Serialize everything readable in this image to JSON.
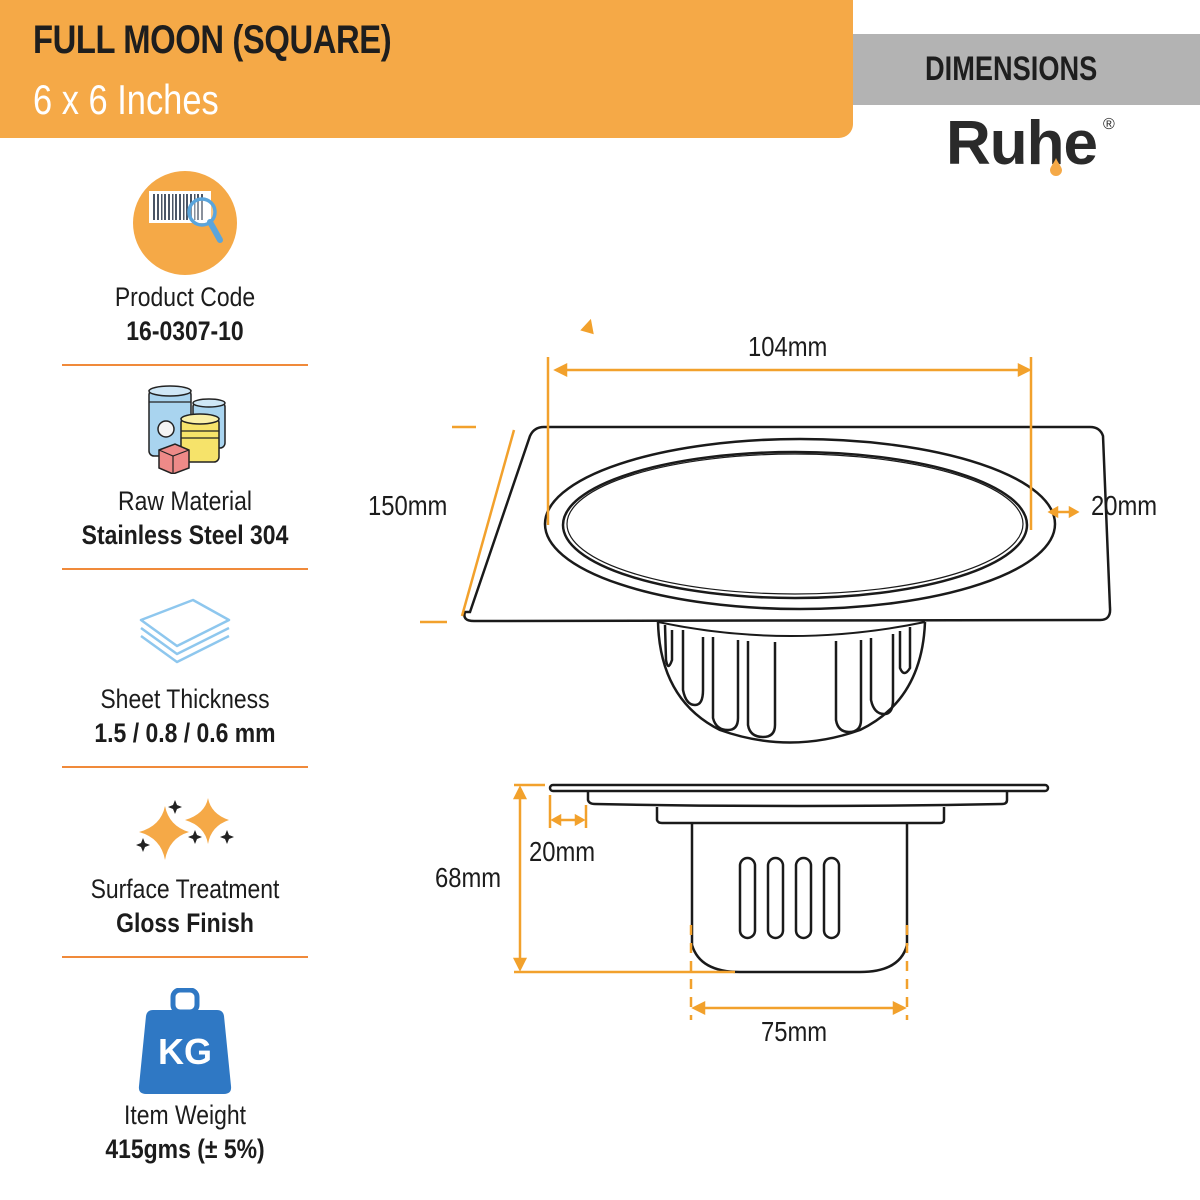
{
  "header": {
    "title": "FULL MOON (SQUARE)",
    "subtitle": "6 x 6 Inches",
    "section_label": "DIMENSIONS",
    "brand": "Ruhe",
    "brand_mark": "®"
  },
  "colors": {
    "banner_orange": "#f5a947",
    "dimension_orange": "#f2a12c",
    "divider_orange": "#f08a3a",
    "section_gray": "#b3b3b3",
    "weight_blue": "#2f78c4",
    "text_dark": "#1c1c1c"
  },
  "specs": [
    {
      "icon": "barcode-search-icon",
      "label": "Product Code",
      "value": "16-0307-10"
    },
    {
      "icon": "raw-material-containers-icon",
      "label": "Raw Material",
      "value": "Stainless Steel 304"
    },
    {
      "icon": "stacked-sheets-icon",
      "label": "Sheet Thickness",
      "value": "1.5 / 0.8 / 0.6 mm"
    },
    {
      "icon": "sparkle-icon",
      "label": "Surface Treatment",
      "value": "Gloss Finish"
    },
    {
      "icon": "kg-weight-icon",
      "label": "Item Weight",
      "value": "415gms (± 5%)",
      "icon_text": "KG"
    }
  ],
  "dimensions": {
    "top_view": {
      "inner_diameter": "104mm",
      "plate_size": "150mm",
      "rim_width": "20mm"
    },
    "side_view": {
      "height": "68mm",
      "flange": "20mm",
      "body_width": "75mm"
    }
  }
}
